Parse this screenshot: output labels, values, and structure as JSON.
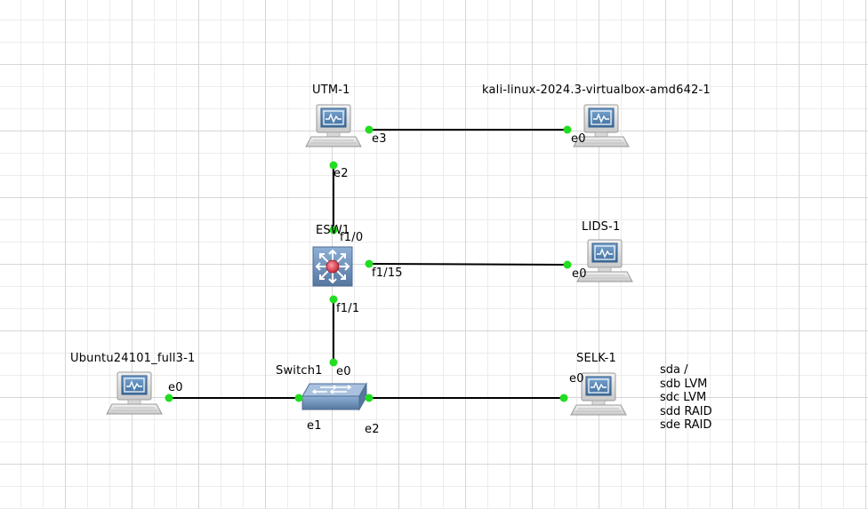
{
  "topology": {
    "nodes": [
      {
        "id": "utm",
        "name": "UTM-1",
        "kind": "host"
      },
      {
        "id": "kali",
        "name": "kali-linux-2024.3-virtualbox-amd642-1",
        "kind": "host"
      },
      {
        "id": "esw",
        "name": "ESW1",
        "kind": "multilayer-switch"
      },
      {
        "id": "lids",
        "name": "LIDS-1",
        "kind": "host"
      },
      {
        "id": "ubuntu",
        "name": "Ubuntu24101_full3-1",
        "kind": "host"
      },
      {
        "id": "switch",
        "name": "Switch1",
        "kind": "switch"
      },
      {
        "id": "selk",
        "name": "SELK-1",
        "kind": "host"
      }
    ],
    "links": [
      {
        "id": "utm-kali",
        "a": "utm",
        "a_port": "e3",
        "b": "kali",
        "b_port": "e0"
      },
      {
        "id": "utm-esw",
        "a": "utm",
        "a_port": "e2",
        "b": "esw",
        "b_port": "f1/0"
      },
      {
        "id": "esw-lids",
        "a": "esw",
        "a_port": "f1/15",
        "b": "lids",
        "b_port": "e0"
      },
      {
        "id": "esw-switch",
        "a": "esw",
        "a_port": "f1/1",
        "b": "switch",
        "b_port": "e0"
      },
      {
        "id": "ubuntu-switch",
        "a": "ubuntu",
        "a_port": "e0",
        "b": "switch",
        "b_port": "e1"
      },
      {
        "id": "switch-selk",
        "a": "switch",
        "a_port": "e2",
        "b": "selk",
        "b_port": "e0"
      }
    ]
  },
  "note": {
    "lines": [
      "sda /",
      "sdb LVM",
      "sdc LVM",
      "sdd RAID",
      "sde RAID"
    ]
  },
  "colors": {
    "link": "#000000",
    "port_dot": "#22dd22",
    "host_screen": "#5b87b3",
    "switch_body": "#6d8fb8",
    "router_core": "#e04a5a"
  },
  "icons": {
    "host": "computer-monitor-icon",
    "switch": "ethernet-switch-icon",
    "multilayer_switch": "multilayer-switch-icon"
  }
}
